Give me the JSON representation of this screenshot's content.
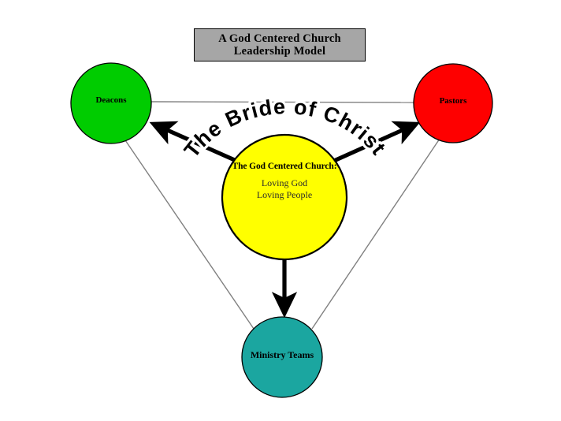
{
  "title": {
    "line1": "A God Centered Church",
    "line2": "Leadership Model"
  },
  "nodes": {
    "deacons": {
      "label": "Deacons",
      "color": "#00cc00"
    },
    "pastors": {
      "label": "Pastors",
      "color": "#fe0000"
    },
    "ministry_teams": {
      "label": "Ministry Teams",
      "color": "#1ba6a0"
    },
    "center": {
      "heading": "The God Centered Church:",
      "line1": "Loving God",
      "line2": "Loving People",
      "color": "#ffff00"
    }
  },
  "arc_text": {
    "text": "The Bride of Christ"
  },
  "colors": {
    "title_box_fill": "#a6a6a6",
    "outline": "#000000",
    "connector_line": "#808080",
    "background": "#ffffff"
  },
  "connectors": {
    "top_line": "Deacons to Pastors",
    "left_line": "Deacons to Ministry Teams",
    "right_line": "Pastors to Ministry Teams"
  },
  "arrows": {
    "to_deacons": "Center to Deacons",
    "to_pastors": "Center to Pastors",
    "to_ministry_teams": "Center to Ministry Teams"
  }
}
